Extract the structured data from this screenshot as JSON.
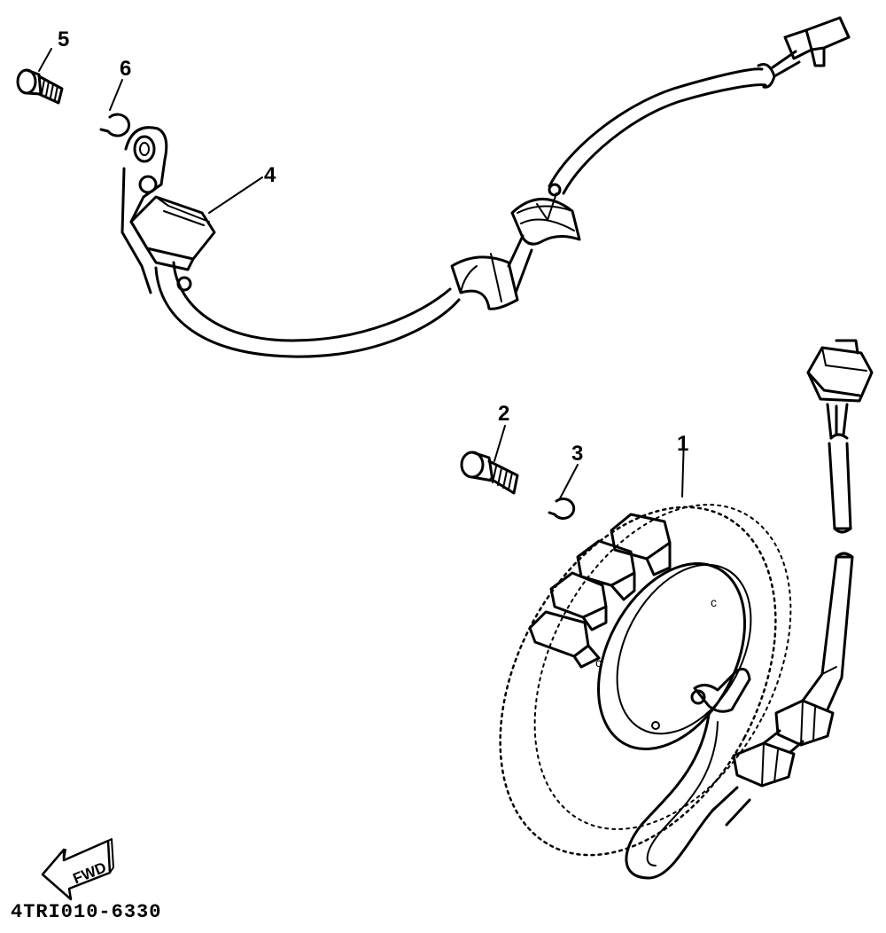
{
  "callouts": {
    "part1": "1",
    "part2": "2",
    "part3": "3",
    "part4": "4",
    "part5": "5",
    "part6": "6"
  },
  "fwd_label": "FWD",
  "diagram_code": "4TRI010-6330",
  "colors": {
    "ink": "#000000",
    "paper": "#ffffff"
  }
}
